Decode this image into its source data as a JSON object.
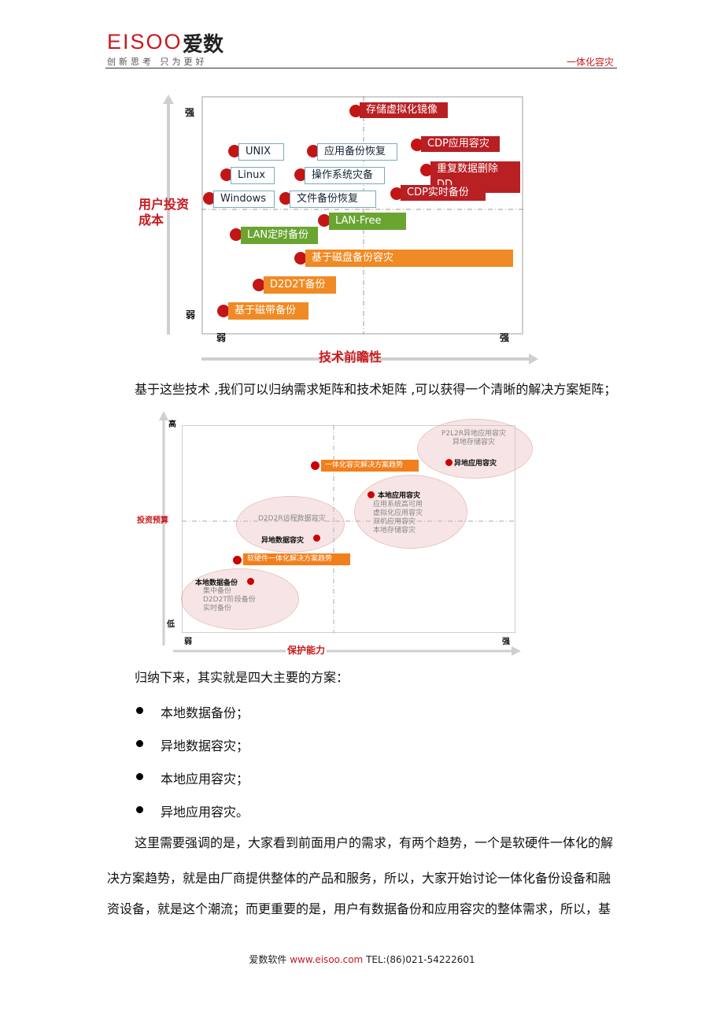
{
  "header": {
    "logo_en": "EISOO",
    "logo_cn": "爱数",
    "slogan": "创新思考  只为更好",
    "right_text": "一体化容灾"
  },
  "chart1": {
    "y_axis_title": [
      "用户投资",
      "成本"
    ],
    "x_axis_title": "技术前瞻性",
    "y_strong": "强",
    "y_weak": "弱",
    "x_weak": "弱",
    "x_strong": "强",
    "items": [
      {
        "label": "存储虚拟化镜像",
        "style": "red"
      },
      {
        "label": "UNIX",
        "style": "blue"
      },
      {
        "label": "应用备份恢复",
        "style": "blue"
      },
      {
        "label": "CDP应用容灾",
        "style": "red"
      },
      {
        "label": "Linux",
        "style": "blue"
      },
      {
        "label": "操作系统灾备",
        "style": "blue"
      },
      {
        "label": "重复数据删除DD",
        "style": "red"
      },
      {
        "label": "Windows",
        "style": "blue"
      },
      {
        "label": "文件备份恢复",
        "style": "blue"
      },
      {
        "label": "CDP实时备份",
        "style": "red"
      },
      {
        "label": "LAN-Free",
        "style": "green"
      },
      {
        "label": "LAN定时备份",
        "style": "green"
      },
      {
        "label": "基于磁盘备份容灾",
        "style": "orange"
      },
      {
        "label": "D2D2T备份",
        "style": "orange"
      },
      {
        "label": "基于磁带备份",
        "style": "orange"
      }
    ]
  },
  "para1": "基于这些技术 ,我们可以归纳需求矩阵和技术矩阵 ,可以获得一个清晰的解决方案矩阵；",
  "chart2": {
    "y_high": "高",
    "y_label": "投资预算",
    "y_low": "低",
    "x_weak": "弱",
    "x_label": "保护能力",
    "x_strong": "强",
    "trend1": "一体化容灾解决方案趋势",
    "trend2": "软硬件一体化解决方案趋势",
    "g1_title": "异地应用容灾",
    "g1_sub": [
      "P2L2R异地应用容灾",
      "异地存储容灾"
    ],
    "g2_title": "本地应用容灾",
    "g2_sub": [
      "应用系统高可用",
      "虚拟化应用容灾",
      "双机应用容灾",
      "本地存储容灾"
    ],
    "g3_title": "异地数据容灾",
    "g3_sub": [
      "D2D2R远程数据容灾"
    ],
    "g4_title": "本地数据备份",
    "g4_sub": [
      "集中备份",
      "D2D2T阶段备份",
      "实时备份"
    ]
  },
  "para2": "归纳下来，其实就是四大主要的方案：",
  "bullets": [
    "本地数据备份；",
    "异地数据容灾；",
    "本地应用容灾；",
    "异地应用容灾。"
  ],
  "para3_lines": [
    "这里需要强调的是，大家看到前面用户的需求，有两个趋势，一个是软硬件一体化的解",
    "决方案趋势，就是由厂商提供整体的产品和服务，所以，大家开始讨论一体化备份设备和融",
    "资设备，就是这个潮流；而更重要的是，用户有数据备份和应用容灾的整体需求，所以，基"
  ],
  "footer": {
    "company": "爱数软件",
    "url": "www.eisoo.com",
    "tel": "TEL:(86)021-54222601"
  },
  "colors": {
    "brand_red": "#c8191e",
    "chart_red": "#b82024",
    "green": "#6aa431",
    "orange": "#f08a24"
  }
}
